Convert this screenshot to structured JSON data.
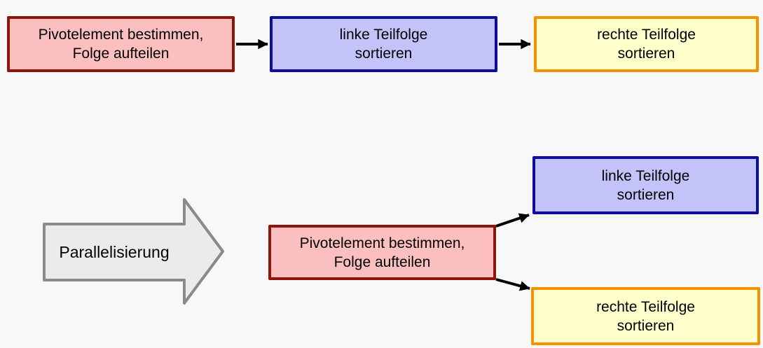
{
  "colors": {
    "background": "#f8f8f8",
    "box_red_fill": "#fbbfbf",
    "box_red_border": "#8e150b",
    "box_blue_fill": "#c3c3fa",
    "box_blue_border": "#0c0c9e",
    "box_yellow_fill": "#ffffcb",
    "box_yellow_border": "#f49200",
    "transform_fill": "#ebebeb",
    "transform_border": "#8a8a8a",
    "arrow_color": "#000000",
    "text_color": "#000000"
  },
  "sequential_row": {
    "pivot_box": {
      "line1": "Pivotelement bestimmen,",
      "line2": "Folge aufteilen"
    },
    "left_box": {
      "line1": "linke Teilfolge",
      "line2": "sortieren"
    },
    "right_box": {
      "line1": "rechte Teilfolge",
      "line2": "sortieren"
    }
  },
  "parallel_row": {
    "transform_label": "Parallelisierung",
    "pivot_box": {
      "line1": "Pivotelement bestimmen,",
      "line2": "Folge aufteilen"
    },
    "left_box": {
      "line1": "linke Teilfolge",
      "line2": "sortieren"
    },
    "right_box": {
      "line1": "rechte Teilfolge",
      "line2": "sortieren"
    }
  }
}
